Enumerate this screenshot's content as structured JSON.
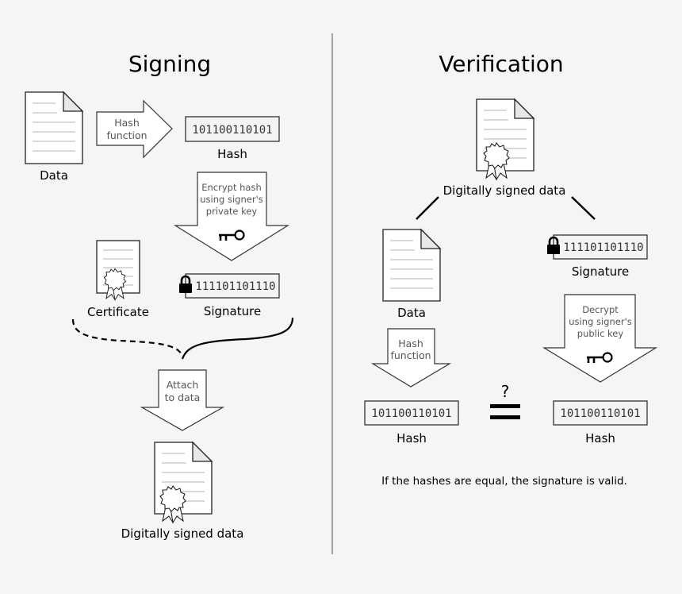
{
  "signing": {
    "title": "Signing",
    "data_label": "Data",
    "hash_arrow_line1": "Hash",
    "hash_arrow_line2": "function",
    "hash_value": "101100110101",
    "hash_label": "Hash",
    "encrypt_line1": "Encrypt hash",
    "encrypt_line2": "using signer's",
    "encrypt_line3": "private key",
    "certificate_label": "Certificate",
    "signature_value": "111101101110",
    "signature_label": "Signature",
    "attach_line1": "Attach",
    "attach_line2": "to data",
    "signed_data_label": "Digitally signed data"
  },
  "verification": {
    "title": "Verification",
    "signed_data_label": "Digitally signed data",
    "data_label": "Data",
    "signature_value": "111101101110",
    "signature_label": "Signature",
    "hash_arrow_line1": "Hash",
    "hash_arrow_line2": "function",
    "decrypt_line1": "Decrypt",
    "decrypt_line2": "using signer's",
    "decrypt_line3": "public key",
    "hash_left_value": "101100110101",
    "hash_left_label": "Hash",
    "hash_right_value": "101100110101",
    "hash_right_label": "Hash",
    "question_mark": "?",
    "conclusion": "If the hashes are equal, the signature is valid."
  },
  "icons": {
    "document": "document-icon",
    "certificate": "certificate-seal-icon",
    "lock": "padlock-icon",
    "key": "key-icon"
  }
}
